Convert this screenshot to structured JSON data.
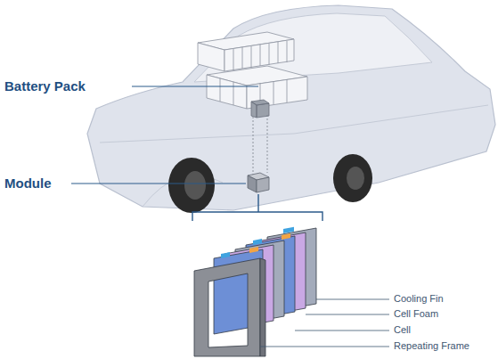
{
  "diagram": {
    "labels": [
      "Battery Pack",
      "Module",
      "Cooling Fin",
      "Cell Foam",
      "Cell",
      "Repeating Frame"
    ]
  }
}
